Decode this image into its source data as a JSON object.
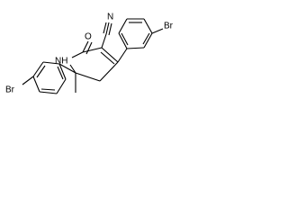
{
  "molecule": {
    "atom_labels": {
      "oxygen": "O",
      "nitrogen": "N",
      "ring_nh": "NH",
      "bromine_left": "Br",
      "bromine_right": "Br"
    }
  },
  "colors": {
    "bond": "#000000",
    "text": "#000000",
    "background": "#ffffff"
  }
}
